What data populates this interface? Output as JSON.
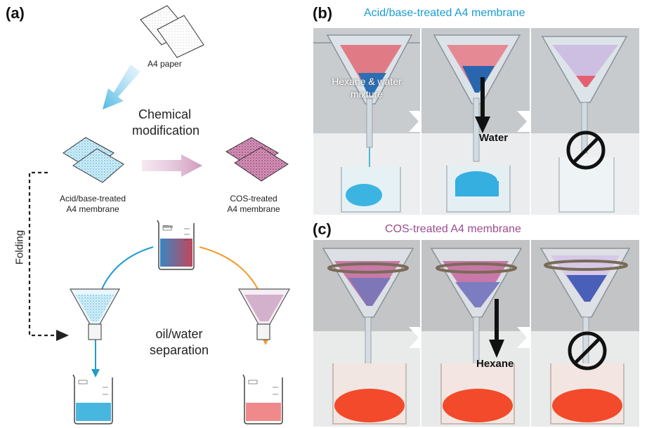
{
  "figure": {
    "panel_a": {
      "tag": "(a)",
      "paper_label": "A4 paper",
      "step_label_line1": "Chemical",
      "step_label_line2": "modification",
      "membrane_left_line1": "Acid/base-treated",
      "membrane_left_line2": "A4 membrane",
      "membrane_right_line1": "COS-treated",
      "membrane_right_line2": "A4 membrane",
      "folding_label": "Folding",
      "separation_line1": "oil/water",
      "separation_line2": "separation",
      "beaker_mark": "300ml"
    },
    "panel_b": {
      "tag": "(b)",
      "title": "Acid/base-treated A4 membrane",
      "mixture_line1": "Hexane & water",
      "mixture_line2": "mixture",
      "flow_label": "Water"
    },
    "panel_c": {
      "tag": "(c)",
      "title": "COS-treated A4 membrane",
      "flow_label": "Hexane"
    }
  },
  "colors": {
    "water_blue": "#3aa8d8",
    "hexane_red": "#f26a5a",
    "title_b": "#1a9cd2",
    "title_c": "#9b4d8f",
    "membrane_blue": "#bfe3f2",
    "membrane_pink": "#c77aa8"
  },
  "icons": [
    "paper-sheets-icon",
    "funnel-icon",
    "beaker-icon",
    "down-arrow-icon",
    "prohibited-icon",
    "right-chevron-icon"
  ]
}
